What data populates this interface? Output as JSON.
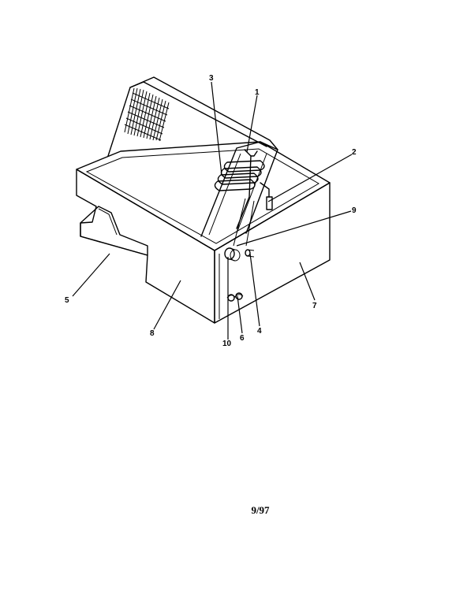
{
  "callouts": [
    {
      "id": "1",
      "label": "1"
    },
    {
      "id": "2",
      "label": "2"
    },
    {
      "id": "3",
      "label": "3"
    },
    {
      "id": "4",
      "label": "4"
    },
    {
      "id": "5",
      "label": "5"
    },
    {
      "id": "6",
      "label": "6"
    },
    {
      "id": "7",
      "label": "7"
    },
    {
      "id": "8",
      "label": "8"
    },
    {
      "id": "9",
      "label": "9"
    },
    {
      "id": "10",
      "label": "10"
    }
  ],
  "footer": {
    "date_code": "9/97"
  }
}
